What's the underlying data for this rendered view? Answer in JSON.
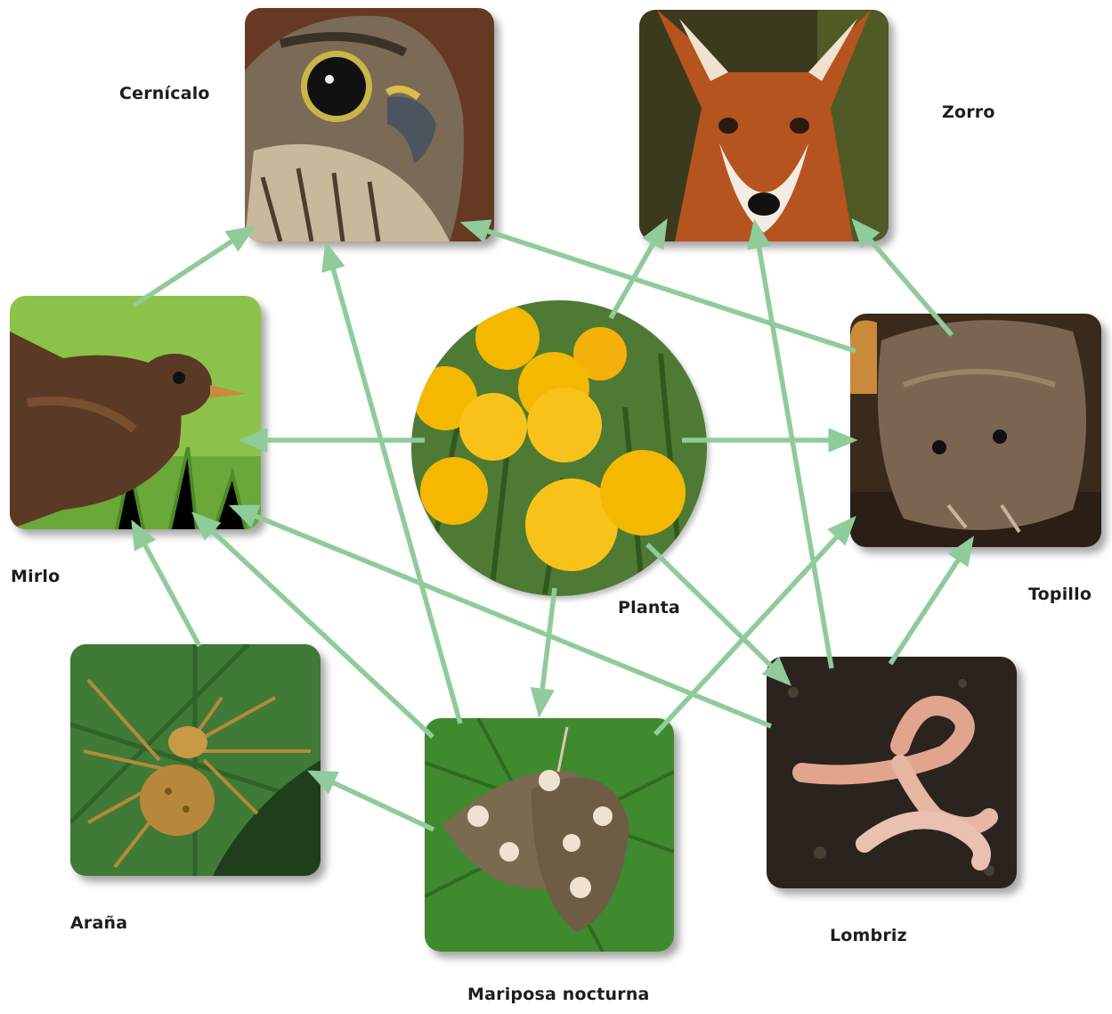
{
  "nodes": {
    "cernicalo": {
      "label": "Cernícalo"
    },
    "zorro": {
      "label": "Zorro"
    },
    "mirlo": {
      "label": "Mirlo"
    },
    "planta": {
      "label": "Planta"
    },
    "topillo": {
      "label": "Topillo"
    },
    "arana": {
      "label": "Araña"
    },
    "mariposa": {
      "label": "Mariposa nocturna"
    },
    "lombriz": {
      "label": "Lombriz"
    }
  },
  "edges": [
    {
      "from": "mirlo",
      "to": "cernicalo"
    },
    {
      "from": "topillo",
      "to": "cernicalo"
    },
    {
      "from": "mariposa",
      "to": "cernicalo"
    },
    {
      "from": "planta",
      "to": "zorro"
    },
    {
      "from": "topillo",
      "to": "zorro"
    },
    {
      "from": "lombriz",
      "to": "zorro"
    },
    {
      "from": "planta",
      "to": "mirlo"
    },
    {
      "from": "arana",
      "to": "mirlo"
    },
    {
      "from": "mariposa",
      "to": "mirlo"
    },
    {
      "from": "lombriz",
      "to": "mirlo"
    },
    {
      "from": "planta",
      "to": "topillo"
    },
    {
      "from": "mariposa",
      "to": "topillo"
    },
    {
      "from": "lombriz",
      "to": "topillo"
    },
    {
      "from": "planta",
      "to": "mariposa"
    },
    {
      "from": "planta",
      "to": "lombriz"
    },
    {
      "from": "mariposa",
      "to": "arana"
    }
  ],
  "colors": {
    "arrow": "#8fcb9b"
  }
}
